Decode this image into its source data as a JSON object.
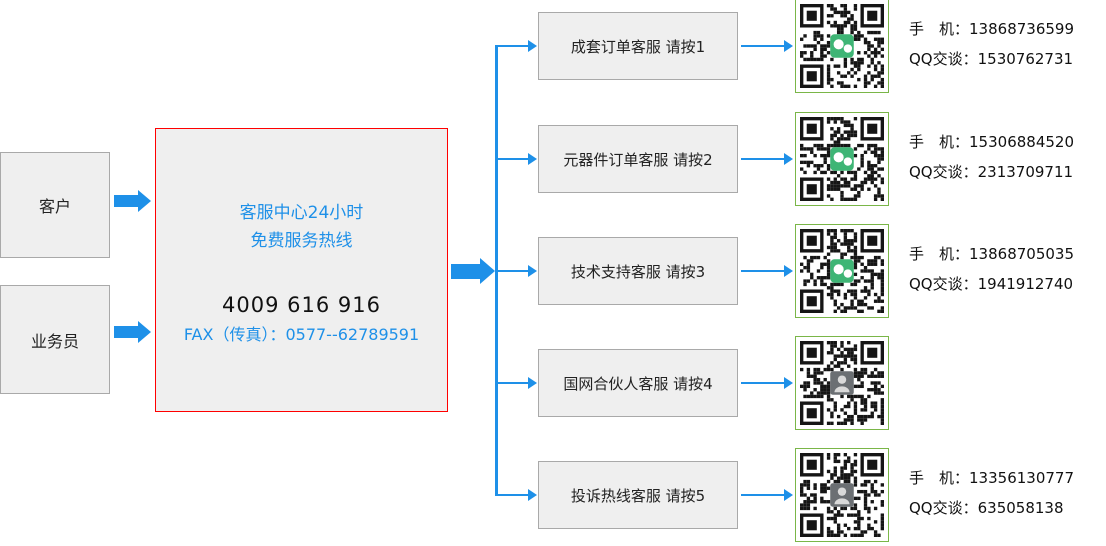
{
  "colors": {
    "accent_blue": "#1e90e8",
    "box_fill": "#efefef",
    "box_border": "#a9a9a9",
    "hotline_border": "#ff0000",
    "qr_border": "#7ab648"
  },
  "sources": [
    {
      "label": "客户"
    },
    {
      "label": "业务员"
    }
  ],
  "hotline": {
    "title_line1": "客服中心24小时",
    "title_line2": "免费服务热线",
    "phone": "4009 616 916",
    "fax": "FAX（传真）：0577--62789591"
  },
  "branches": [
    {
      "label": "成套订单客服 请按1",
      "qr": "wechat-qr-code",
      "mobile_label": "手　机：",
      "mobile": "13868736599",
      "qq_label": "QQ交谈：",
      "qq": "1530762731"
    },
    {
      "label": "元器件订单客服 请按2",
      "qr": "wechat-qr-code",
      "mobile_label": "手　机：",
      "mobile": "15306884520",
      "qq_label": "QQ交谈：",
      "qq": "2313709711"
    },
    {
      "label": "技术支持客服 请按3",
      "qr": "wechat-qr-code",
      "mobile_label": "手　机：",
      "mobile": "13868705035",
      "qq_label": "QQ交谈：",
      "qq": "1941912740"
    },
    {
      "label": "国网合伙人客服 请按4",
      "qr": "photo-qr-code"
    },
    {
      "label": "投诉热线客服 请按5",
      "qr": "photo-qr-code",
      "mobile_label": "手　机：",
      "mobile": "13356130777",
      "qq_label": "QQ交谈：",
      "qq": "635058138"
    }
  ]
}
